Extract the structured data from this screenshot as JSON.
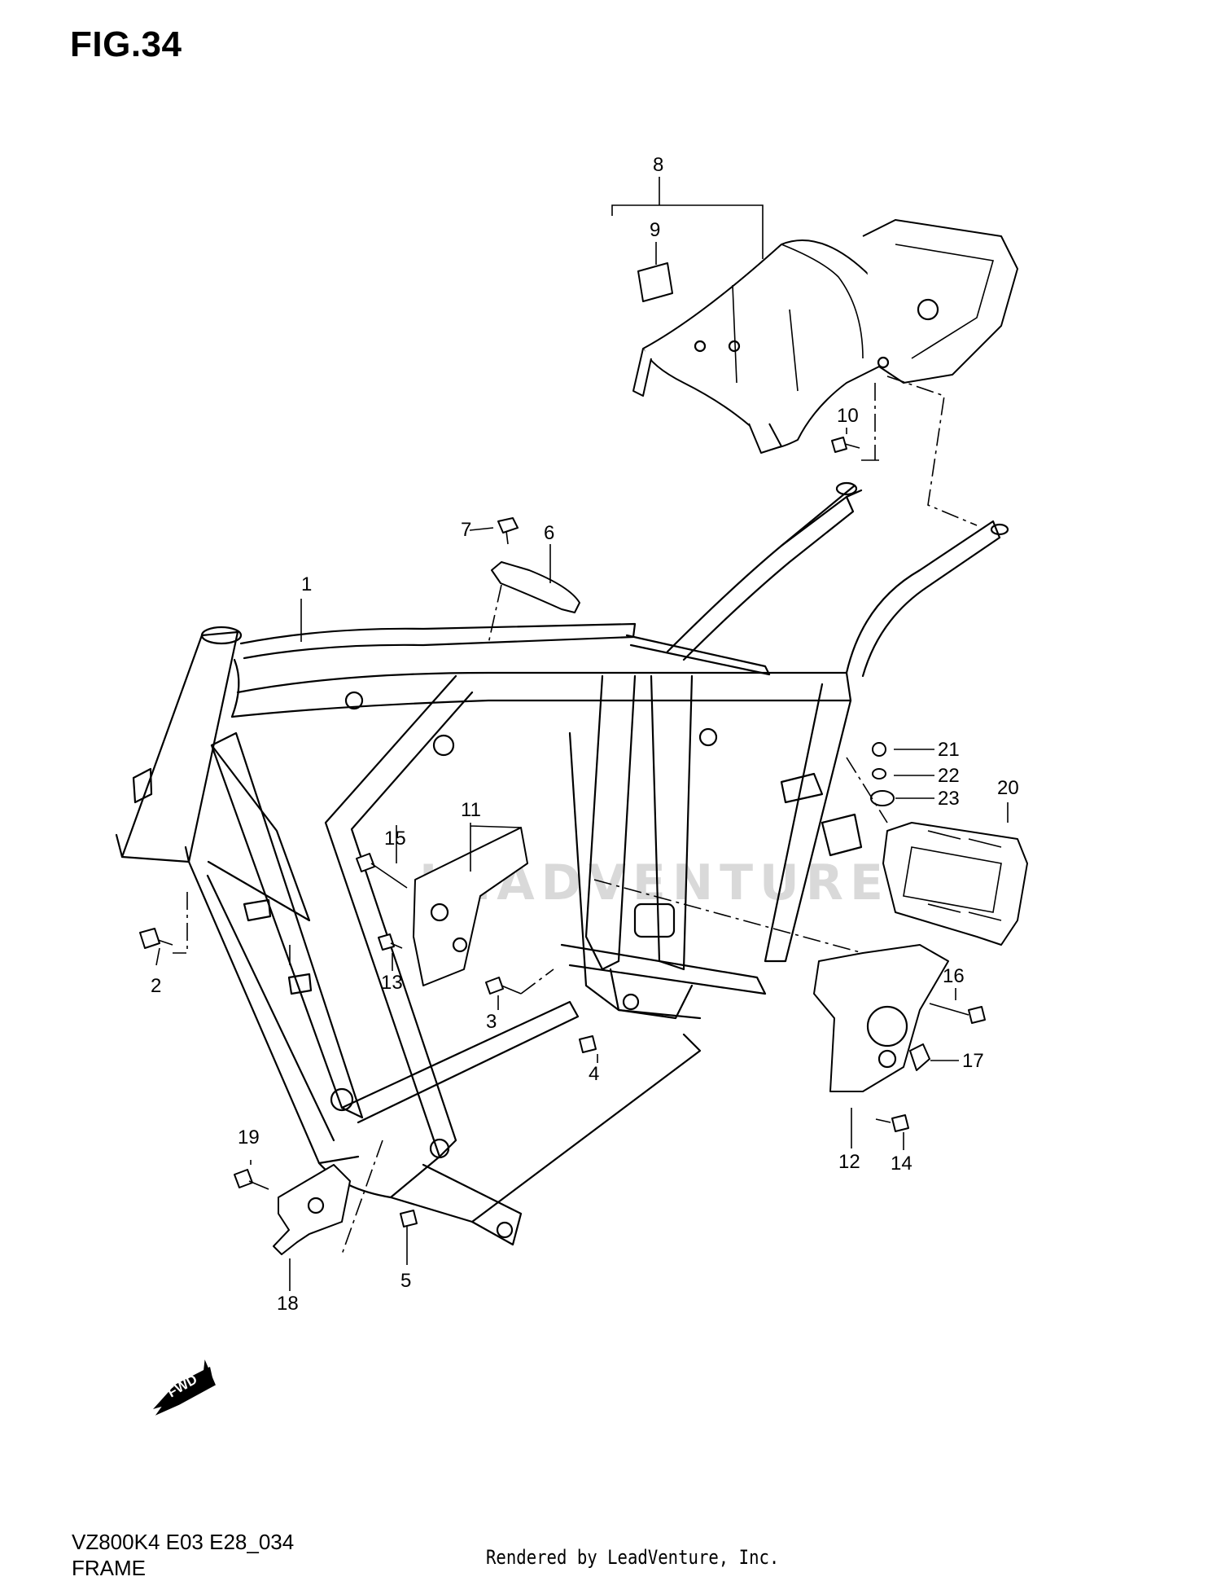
{
  "figure": {
    "title": "FIG.34",
    "model_code": "VZ800K4 E03 E28_034",
    "section_name": "FRAME",
    "credit": "Rendered by LeadVenture, Inc.",
    "watermark": "LEADVENTURE",
    "fwd_label": "FWD"
  },
  "callouts": [
    {
      "id": "1",
      "label": "1"
    },
    {
      "id": "2",
      "label": "2"
    },
    {
      "id": "3",
      "label": "3"
    },
    {
      "id": "4",
      "label": "4"
    },
    {
      "id": "5",
      "label": "5"
    },
    {
      "id": "6",
      "label": "6"
    },
    {
      "id": "7",
      "label": "7"
    },
    {
      "id": "8",
      "label": "8"
    },
    {
      "id": "9",
      "label": "9"
    },
    {
      "id": "10",
      "label": "10"
    },
    {
      "id": "11",
      "label": "11"
    },
    {
      "id": "12",
      "label": "12"
    },
    {
      "id": "13",
      "label": "13"
    },
    {
      "id": "14",
      "label": "14"
    },
    {
      "id": "15",
      "label": "15"
    },
    {
      "id": "16",
      "label": "16"
    },
    {
      "id": "17",
      "label": "17"
    },
    {
      "id": "18",
      "label": "18"
    },
    {
      "id": "19",
      "label": "19"
    },
    {
      "id": "20",
      "label": "20"
    },
    {
      "id": "21",
      "label": "21"
    },
    {
      "id": "22",
      "label": "22"
    },
    {
      "id": "23",
      "label": "23"
    }
  ]
}
